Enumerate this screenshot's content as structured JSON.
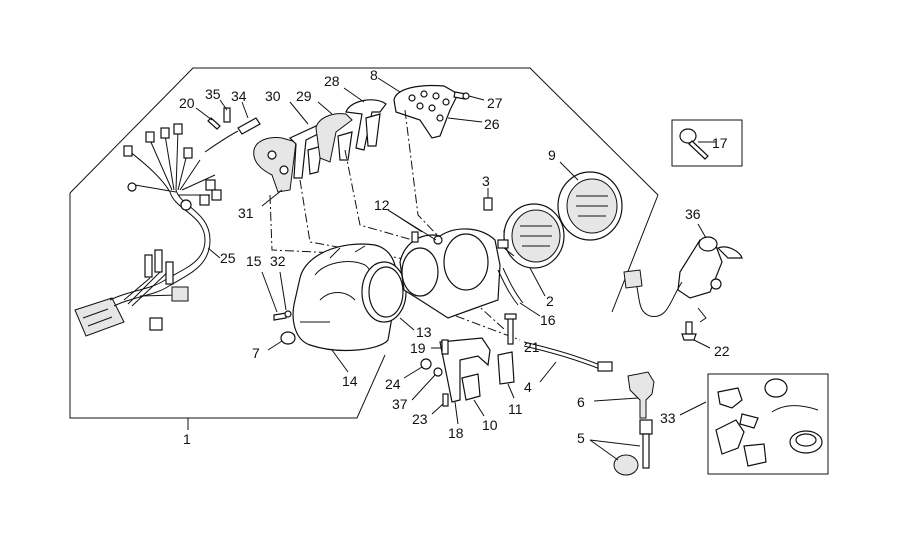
{
  "diagram": {
    "type": "exploded-parts-diagram",
    "subject": "instrument cluster / dashboard assembly",
    "callouts": [
      "1",
      "2",
      "3",
      "4",
      "5",
      "6",
      "7",
      "8",
      "9",
      "10",
      "11",
      "12",
      "13",
      "14",
      "15",
      "16",
      "17",
      "18",
      "19",
      "20",
      "21",
      "22",
      "23",
      "24",
      "25",
      "26",
      "27",
      "28",
      "29",
      "30",
      "31",
      "32",
      "33",
      "34",
      "35",
      "36",
      "37"
    ]
  }
}
